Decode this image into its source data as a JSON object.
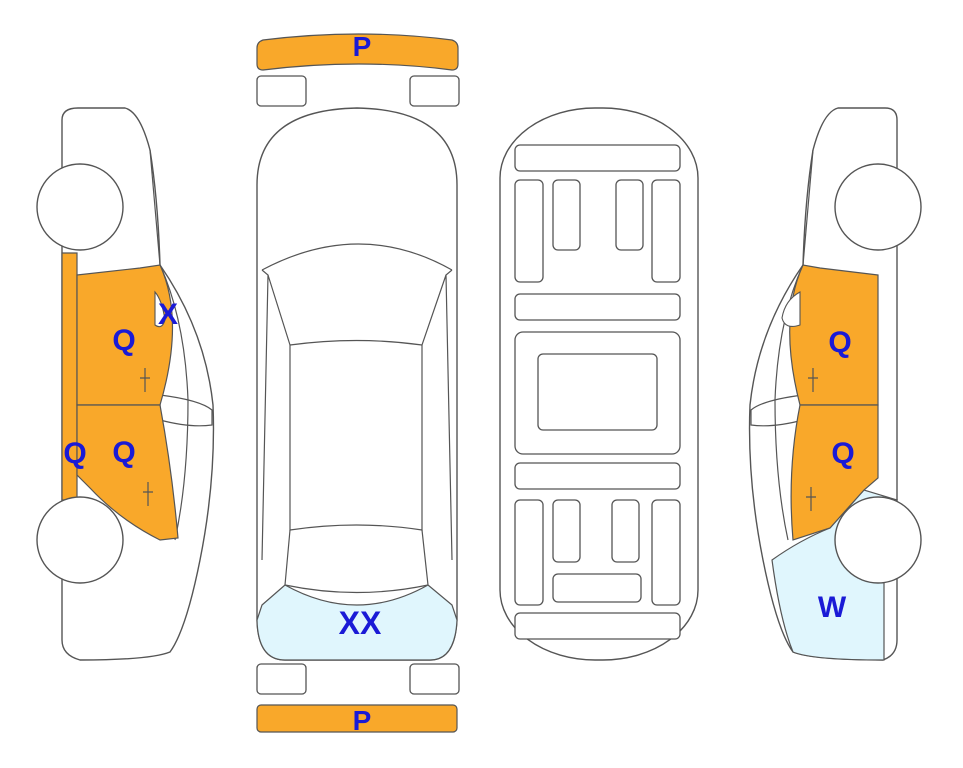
{
  "colors": {
    "replaced_panel": "#f9a82a",
    "repaired_area": "#e0f6fd",
    "label": "#1a1ad6",
    "outline": "#555555"
  },
  "marks": {
    "front_bumper": "P",
    "rear_bumper": "P",
    "left_rear_quarter": "Q",
    "left_rear_door": "Q",
    "left_front_door": "Q",
    "left_front_pillar": "X",
    "hood": "XX",
    "right_front_door": "Q",
    "right_rear_door": "Q",
    "right_front_fender": "W"
  }
}
